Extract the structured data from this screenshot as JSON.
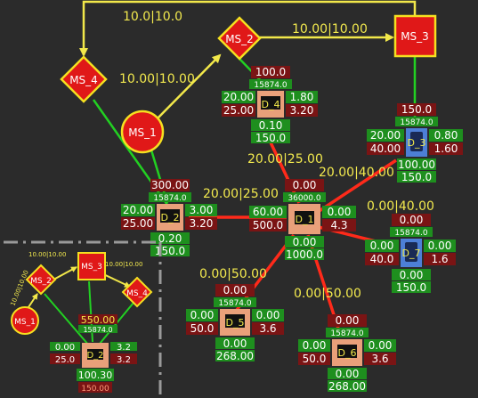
{
  "colors": {
    "background": "#2b2b2b",
    "yellow_link": "#f2e84a",
    "green_link": "#22d022",
    "red_link": "#ff2a1a",
    "ms_fill": "#e01818",
    "ms_border": "#f5e020",
    "value_green": "#1e8f1e",
    "value_red": "#7a1414",
    "device_orange": "#e9a07a",
    "device_blue": "#4d7fd6"
  },
  "main": {
    "ms_nodes": [
      {
        "id": "ms4",
        "label": "MS_4",
        "shape": "diamond"
      },
      {
        "id": "ms2",
        "label": "MS_2",
        "shape": "diamond"
      },
      {
        "id": "ms3",
        "label": "MS_3",
        "shape": "square"
      },
      {
        "id": "ms1",
        "label": "MS_1",
        "shape": "circle"
      }
    ],
    "yellow_links": [
      {
        "label": "10.0|10.0"
      },
      {
        "label": "10.00|10.00"
      },
      {
        "label": "10.00|10.00"
      }
    ],
    "red_links": [
      {
        "label": "20.00|25.00"
      },
      {
        "label": "20.00|25.00"
      },
      {
        "label": "20.00|40.00"
      },
      {
        "label": "0.00|40.00"
      },
      {
        "label": "0.00|50.00"
      },
      {
        "label": "0.00|50.00"
      }
    ],
    "devices": [
      {
        "id": "d4",
        "label": "D_4",
        "icon": "monitor-icon",
        "top": "100.0",
        "top_sub": "15874.0",
        "left_top": "20.00",
        "left_bottom": "25.00",
        "right_top": "1.80",
        "right_bottom": "3.20",
        "bottom_top": "0.10",
        "bottom_bottom": "150.0"
      },
      {
        "id": "d3",
        "label": "D_3",
        "icon": "phone-icon",
        "top": "150.0",
        "top_sub": "15874.0",
        "left_top": "20.00",
        "left_bottom": "40.00",
        "right_top": "0.80",
        "right_bottom": "1.60",
        "bottom_top": "100.00",
        "bottom_bottom": "150.0"
      },
      {
        "id": "d2",
        "label": "D_2",
        "icon": "monitor-icon",
        "top": "300.00",
        "top_sub": "15874.0",
        "left_top": "20.00",
        "left_bottom": "25.00",
        "right_top": "3.00",
        "right_bottom": "3.20",
        "bottom_top": "0.20",
        "bottom_bottom": "150.0"
      },
      {
        "id": "d1",
        "label": "D_1",
        "icon": "monitor-icon",
        "top": "0.00",
        "top_sub": "36000.0",
        "left_top": "60.00",
        "left_bottom": "500.0",
        "right_top": "0.00",
        "right_bottom": "4.3",
        "bottom_top": "0.00",
        "bottom_bottom": "1000.0"
      },
      {
        "id": "d7",
        "label": "D_7",
        "icon": "phone-icon",
        "top": "0.00",
        "top_sub": "15874.0",
        "left_top": "0.00",
        "left_bottom": "40.0",
        "right_top": "0.00",
        "right_bottom": "1.6",
        "bottom_top": "0.00",
        "bottom_bottom": "150.0"
      },
      {
        "id": "d5",
        "label": "D_5",
        "icon": "monitor-icon",
        "top": "0.00",
        "top_sub": "15874.0",
        "left_top": "0.00",
        "left_bottom": "50.0",
        "right_top": "0.00",
        "right_bottom": "3.6",
        "bottom_top": "0.00",
        "bottom_bottom": "268.00"
      },
      {
        "id": "d6",
        "label": "D_6",
        "icon": "monitor-icon",
        "top": "0.00",
        "top_sub": "15874.0",
        "left_top": "0.00",
        "left_bottom": "50.0",
        "right_top": "0.00",
        "right_bottom": "3.6",
        "bottom_top": "0.00",
        "bottom_bottom": "268.00"
      }
    ]
  },
  "inset": {
    "ms_nodes": [
      {
        "id": "ms2",
        "label": "MS_2",
        "shape": "diamond"
      },
      {
        "id": "ms3",
        "label": "MS_3",
        "shape": "square"
      },
      {
        "id": "ms4",
        "label": "MS_4",
        "shape": "diamond"
      },
      {
        "id": "ms1",
        "label": "MS_1",
        "shape": "circle"
      }
    ],
    "yellow_links": [
      {
        "label": "10.00|10.00"
      },
      {
        "label": "10.00|10.00"
      },
      {
        "label": "10.00|10.00"
      }
    ],
    "device": {
      "label": "D_2",
      "icon": "monitor-icon",
      "top": "550.00",
      "top_sub": "15874.0",
      "left_top": "0.00",
      "left_bottom": "25.0",
      "right_top": "3.2",
      "right_bottom": "3.2",
      "bottom_top": "100.30",
      "bottom_bottom": "150.00"
    }
  }
}
